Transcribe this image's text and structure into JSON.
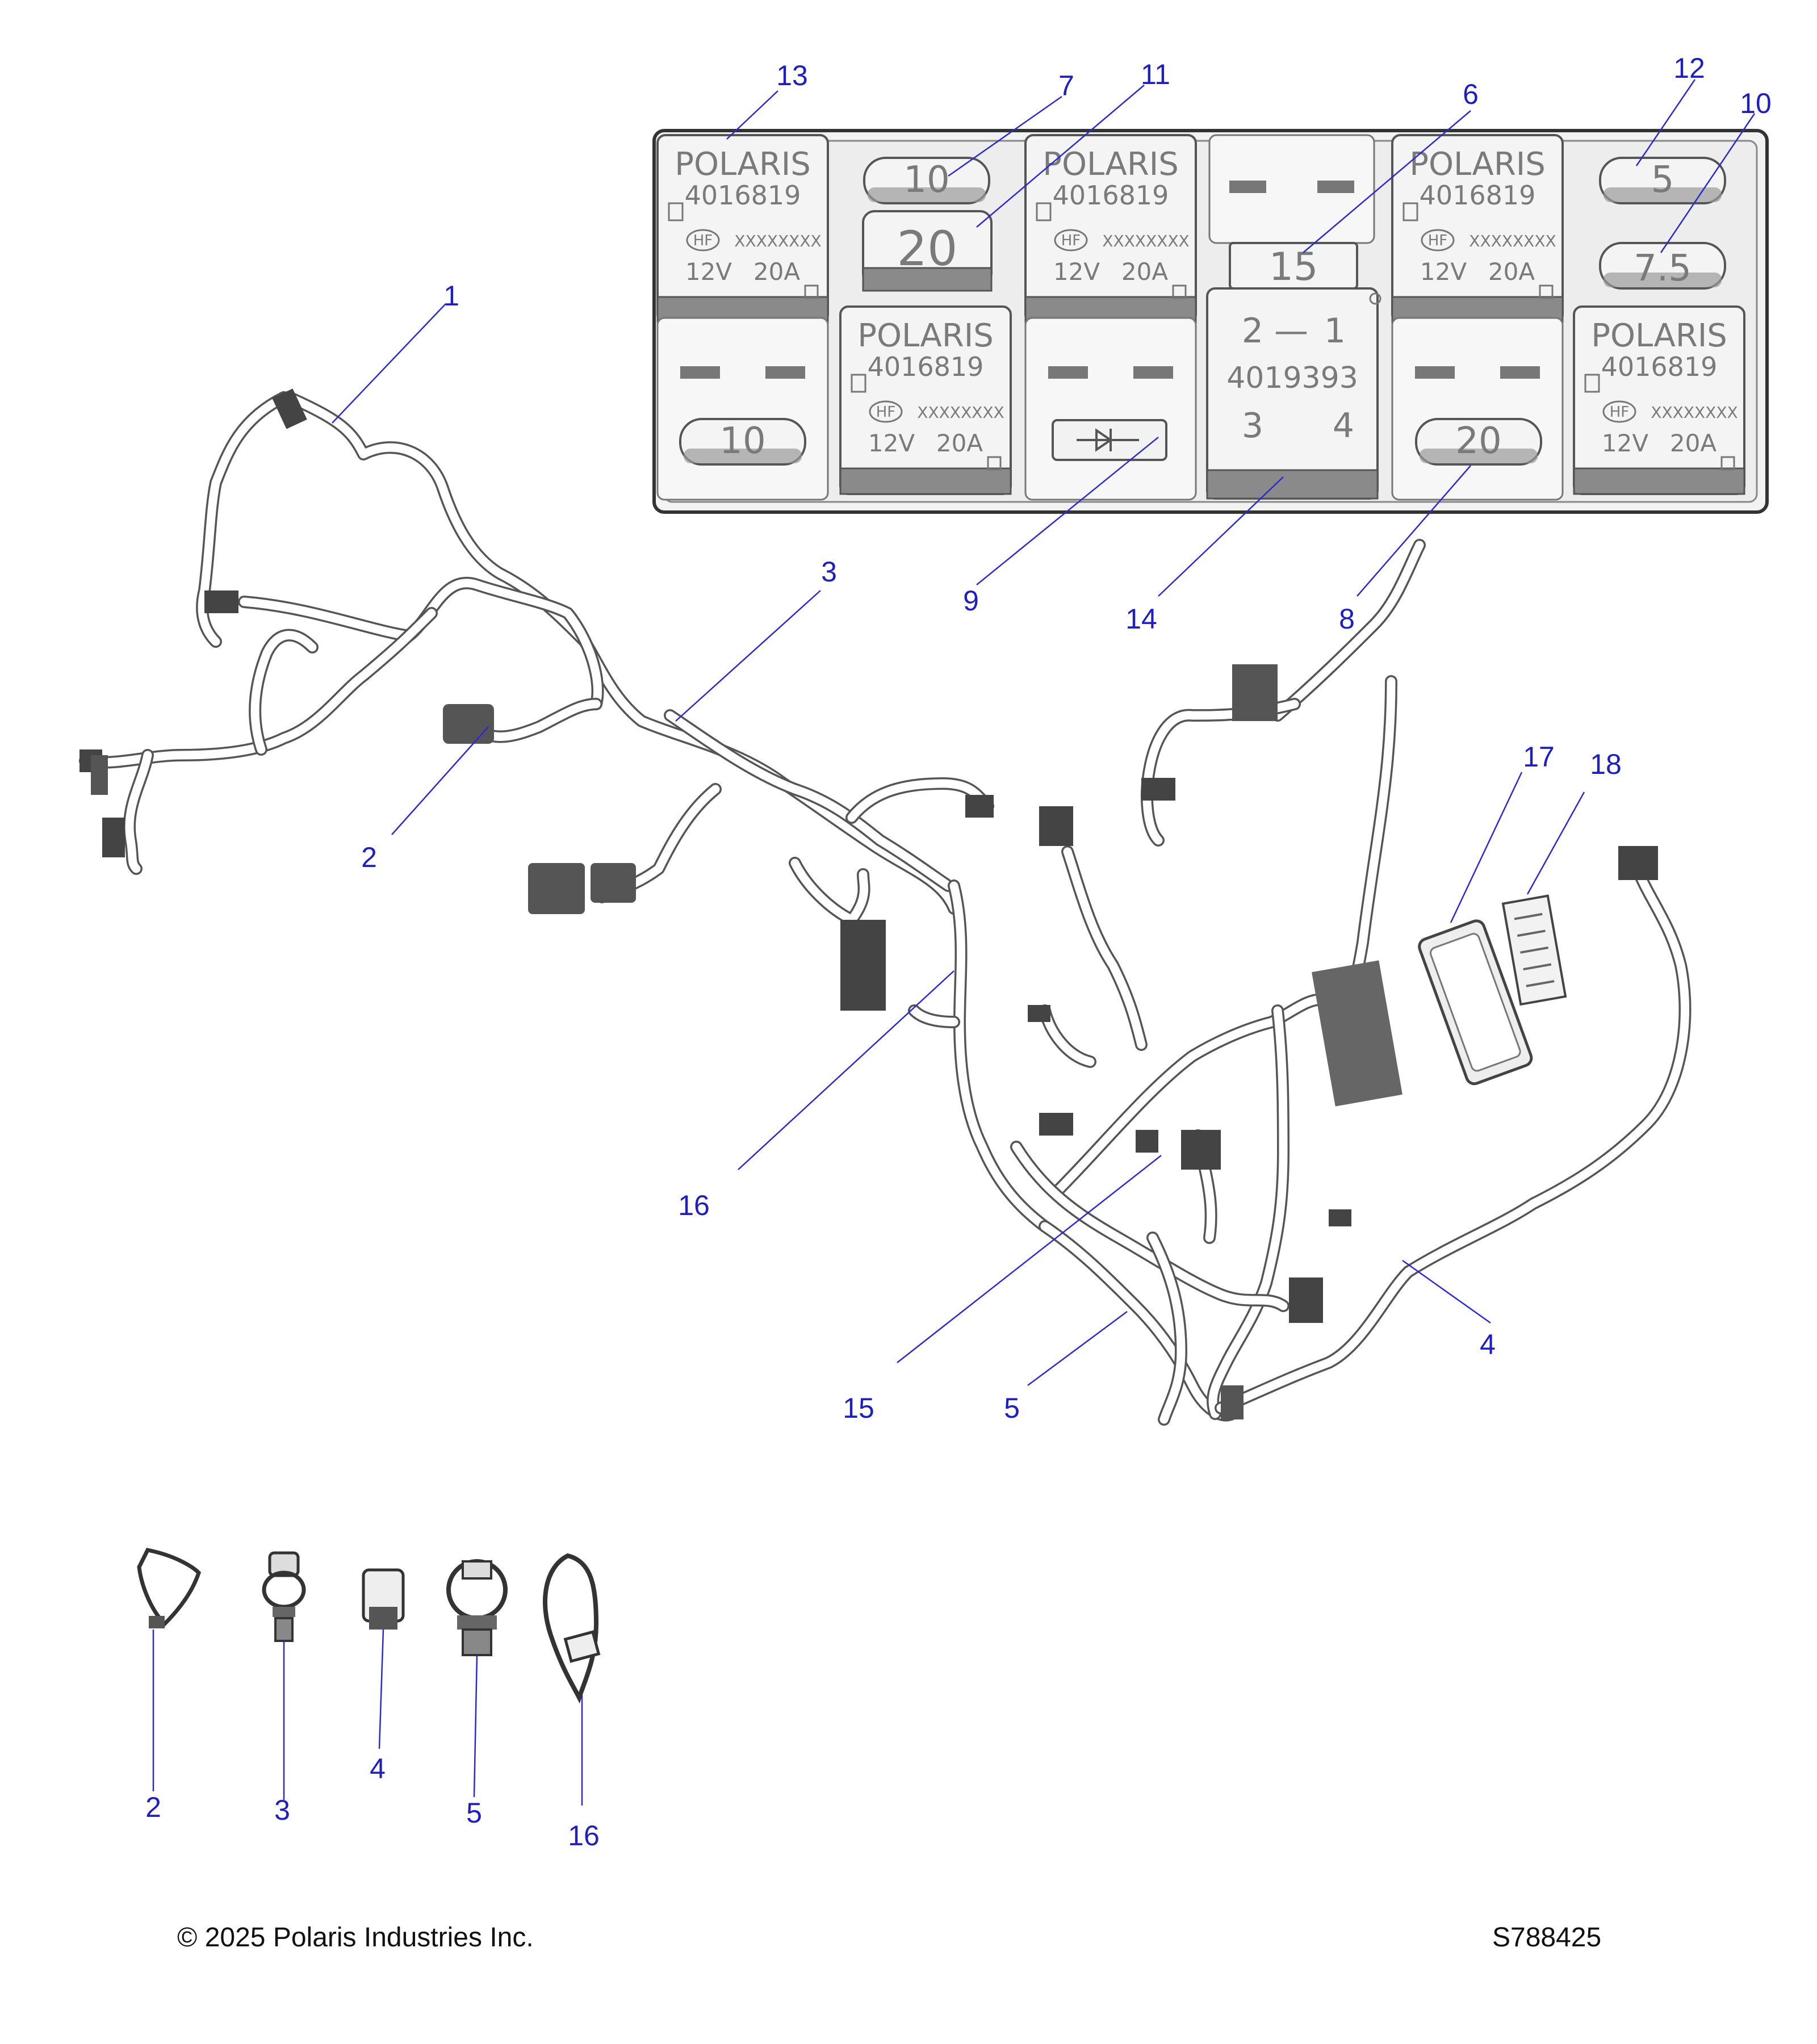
{
  "fuse_box": {
    "relay_brand": "POLARIS",
    "relay_part": "4016819",
    "relay_logo": "HF",
    "relay_code": "XXXXXXXX",
    "relay_voltage": "12V",
    "relay_current": "20A",
    "main_relay_top": "2",
    "main_relay_dash": "—",
    "main_relay_top_right": "1",
    "main_relay_part": "4019393",
    "main_relay_bottom_left": "3",
    "main_relay_bottom_right": "4",
    "fuse_7": "10",
    "fuse_11": "20",
    "fuse_6": "15",
    "fuse_12": "5",
    "fuse_10": "7.5",
    "fuse_bottom_left": "10",
    "fuse_8": "20"
  },
  "callouts": {
    "c1": "1",
    "c2": "2",
    "c3": "3",
    "c4": "4",
    "c5": "5",
    "c6": "6",
    "c7": "7",
    "c8": "8",
    "c9": "9",
    "c10": "10",
    "c11": "11",
    "c12": "12",
    "c13": "13",
    "c14": "14",
    "c15": "15",
    "c16": "16",
    "c17": "17",
    "c18": "18"
  },
  "legend": {
    "l2": "2",
    "l3": "3",
    "l4": "4",
    "l5": "5",
    "l16": "16"
  },
  "footer": {
    "copyright": "© 2025 Polaris Industries Inc.",
    "drawing_id": "S788425"
  }
}
